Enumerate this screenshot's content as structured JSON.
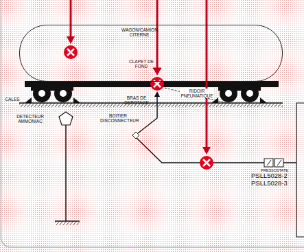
{
  "diagram": {
    "nodes": [
      {
        "text": [
          "WAGON/CAMION CITERNE"
        ]
      }
    ],
    "labels": [
      "CLAPET DE FOND",
      "RIDOIR PNEUMATIQUE",
      "CALES",
      "BRAS DE DEPOTAGE",
      "BOITIER DISCONNECTEUR",
      "DETECTEUR AMMONIAC",
      "PRESSOSTATE",
      "PSLL5028-2",
      "PSLL5028-3"
    ]
  }
}
